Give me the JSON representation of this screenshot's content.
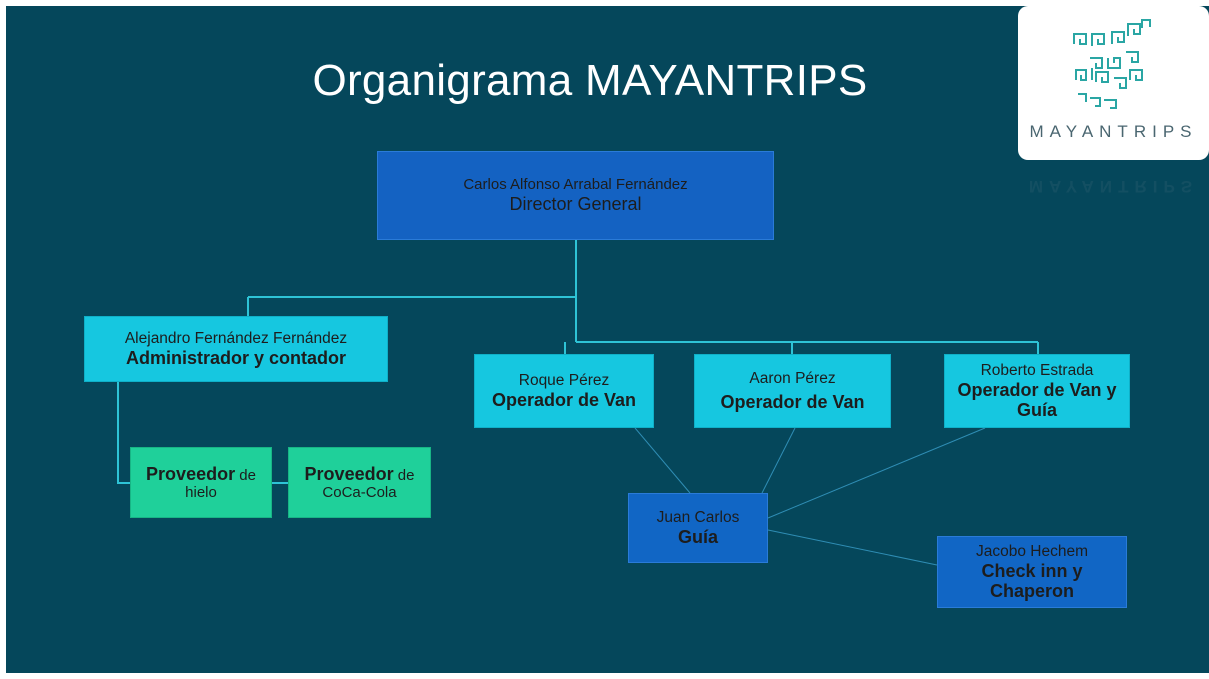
{
  "slide": {
    "title": "Organigrama MAYANTRIPS"
  },
  "logo": {
    "text": "MAYANTRIPS",
    "reflection": "MAYANTRIPS",
    "accent": "#2aa6a4"
  },
  "nodes": {
    "director": {
      "name": "Carlos Alfonso  Arrabal Fernández",
      "role": "Director General"
    },
    "admin": {
      "name": "Alejandro  Fernández  Fernández",
      "role": "Administrador y contador"
    },
    "op1": {
      "name": "Roque Pérez",
      "role": "Operador de Van"
    },
    "op2": {
      "name": "Aaron Pérez",
      "role": "Operador de Van"
    },
    "op3": {
      "name": "Roberto Estrada",
      "role": "Operador de Van y Guía"
    },
    "supplier_ice": {
      "strong": "Proveedor",
      "rest1": " de",
      "rest2": "hielo"
    },
    "supplier_coke": {
      "strong": "Proveedor",
      "rest1": " de",
      "rest2": "CoCa-Cola"
    },
    "guide": {
      "name": "Juan Carlos",
      "role": "Guía"
    },
    "checkin": {
      "name": "Jacobo Hechem",
      "role": "Check inn y Chaperon"
    }
  },
  "colors": {
    "background": "#05475b",
    "director": "#1462c2",
    "cyan": "#16c7e0",
    "green": "#1fd09a",
    "blue": "#1166c5",
    "connector": "#2ec3d6"
  }
}
